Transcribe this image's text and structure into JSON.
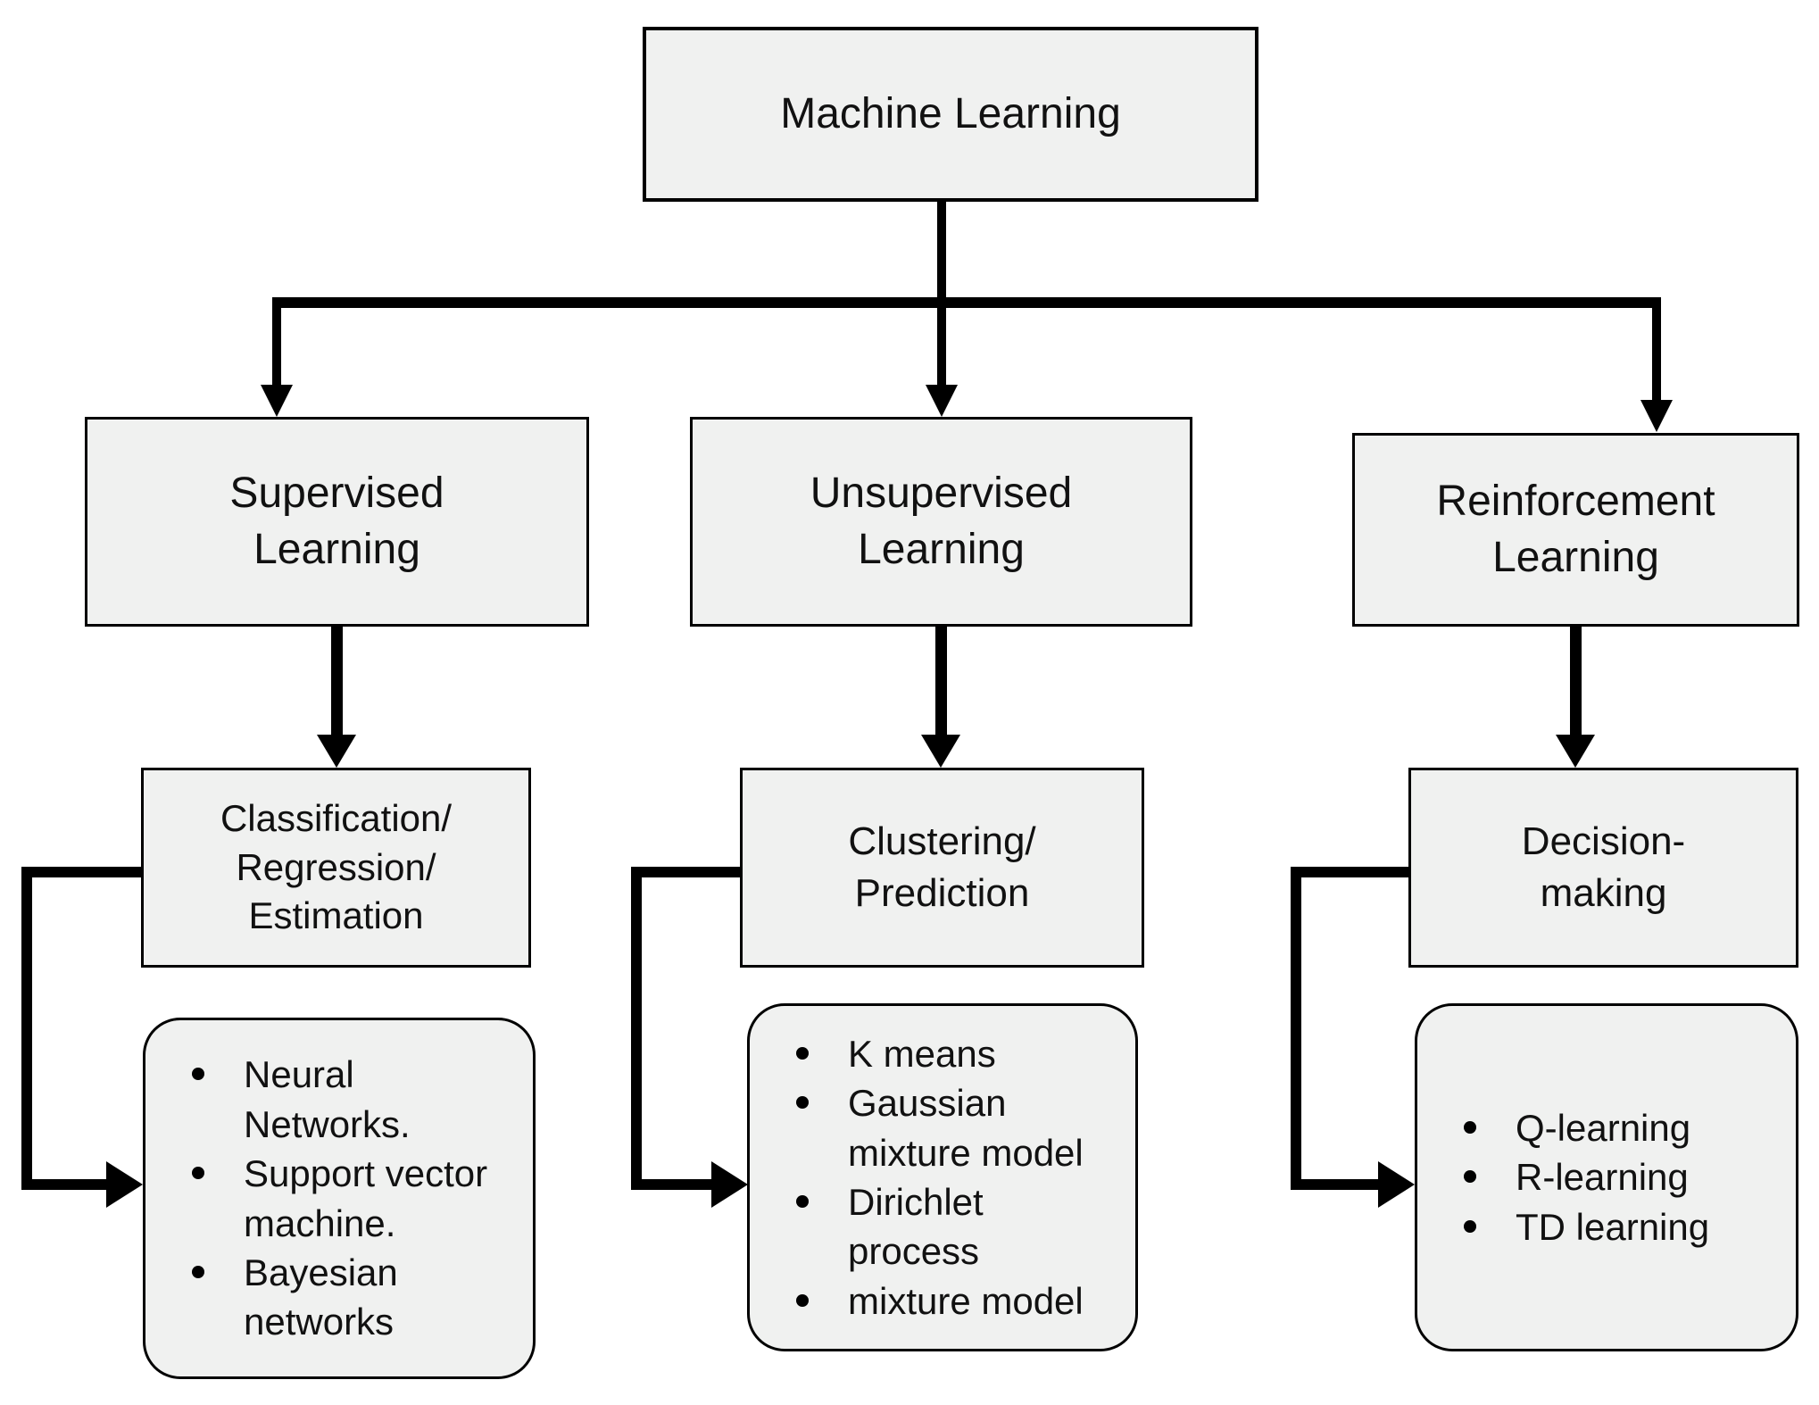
{
  "diagram": {
    "title": "Machine Learning taxonomy flowchart",
    "root": {
      "label": "Machine Learning"
    },
    "columns": [
      {
        "category": {
          "lines": [
            "Supervised",
            "Learning"
          ]
        },
        "task": {
          "lines": [
            "Classification/",
            "Regression/",
            "Estimation"
          ]
        },
        "methods": [
          "Neural Networks.",
          "Support vector machine.",
          "Bayesian networks"
        ]
      },
      {
        "category": {
          "lines": [
            "Unsupervised",
            "Learning"
          ]
        },
        "task": {
          "lines": [
            "Clustering/",
            "Prediction"
          ]
        },
        "methods": [
          "K means",
          "Gaussian mixture model",
          "Dirichlet process",
          "mixture model"
        ]
      },
      {
        "category": {
          "lines": [
            "Reinforcement",
            "Learning"
          ]
        },
        "task": {
          "lines": [
            "Decision-",
            "making"
          ]
        },
        "methods": [
          "Q-learning",
          "R-learning",
          "TD learning"
        ]
      }
    ],
    "colors": {
      "background": "#ffffff",
      "box_fill": "#f0f1f0",
      "box_border": "#000000",
      "connector": "#000000",
      "text": "#111111"
    }
  }
}
